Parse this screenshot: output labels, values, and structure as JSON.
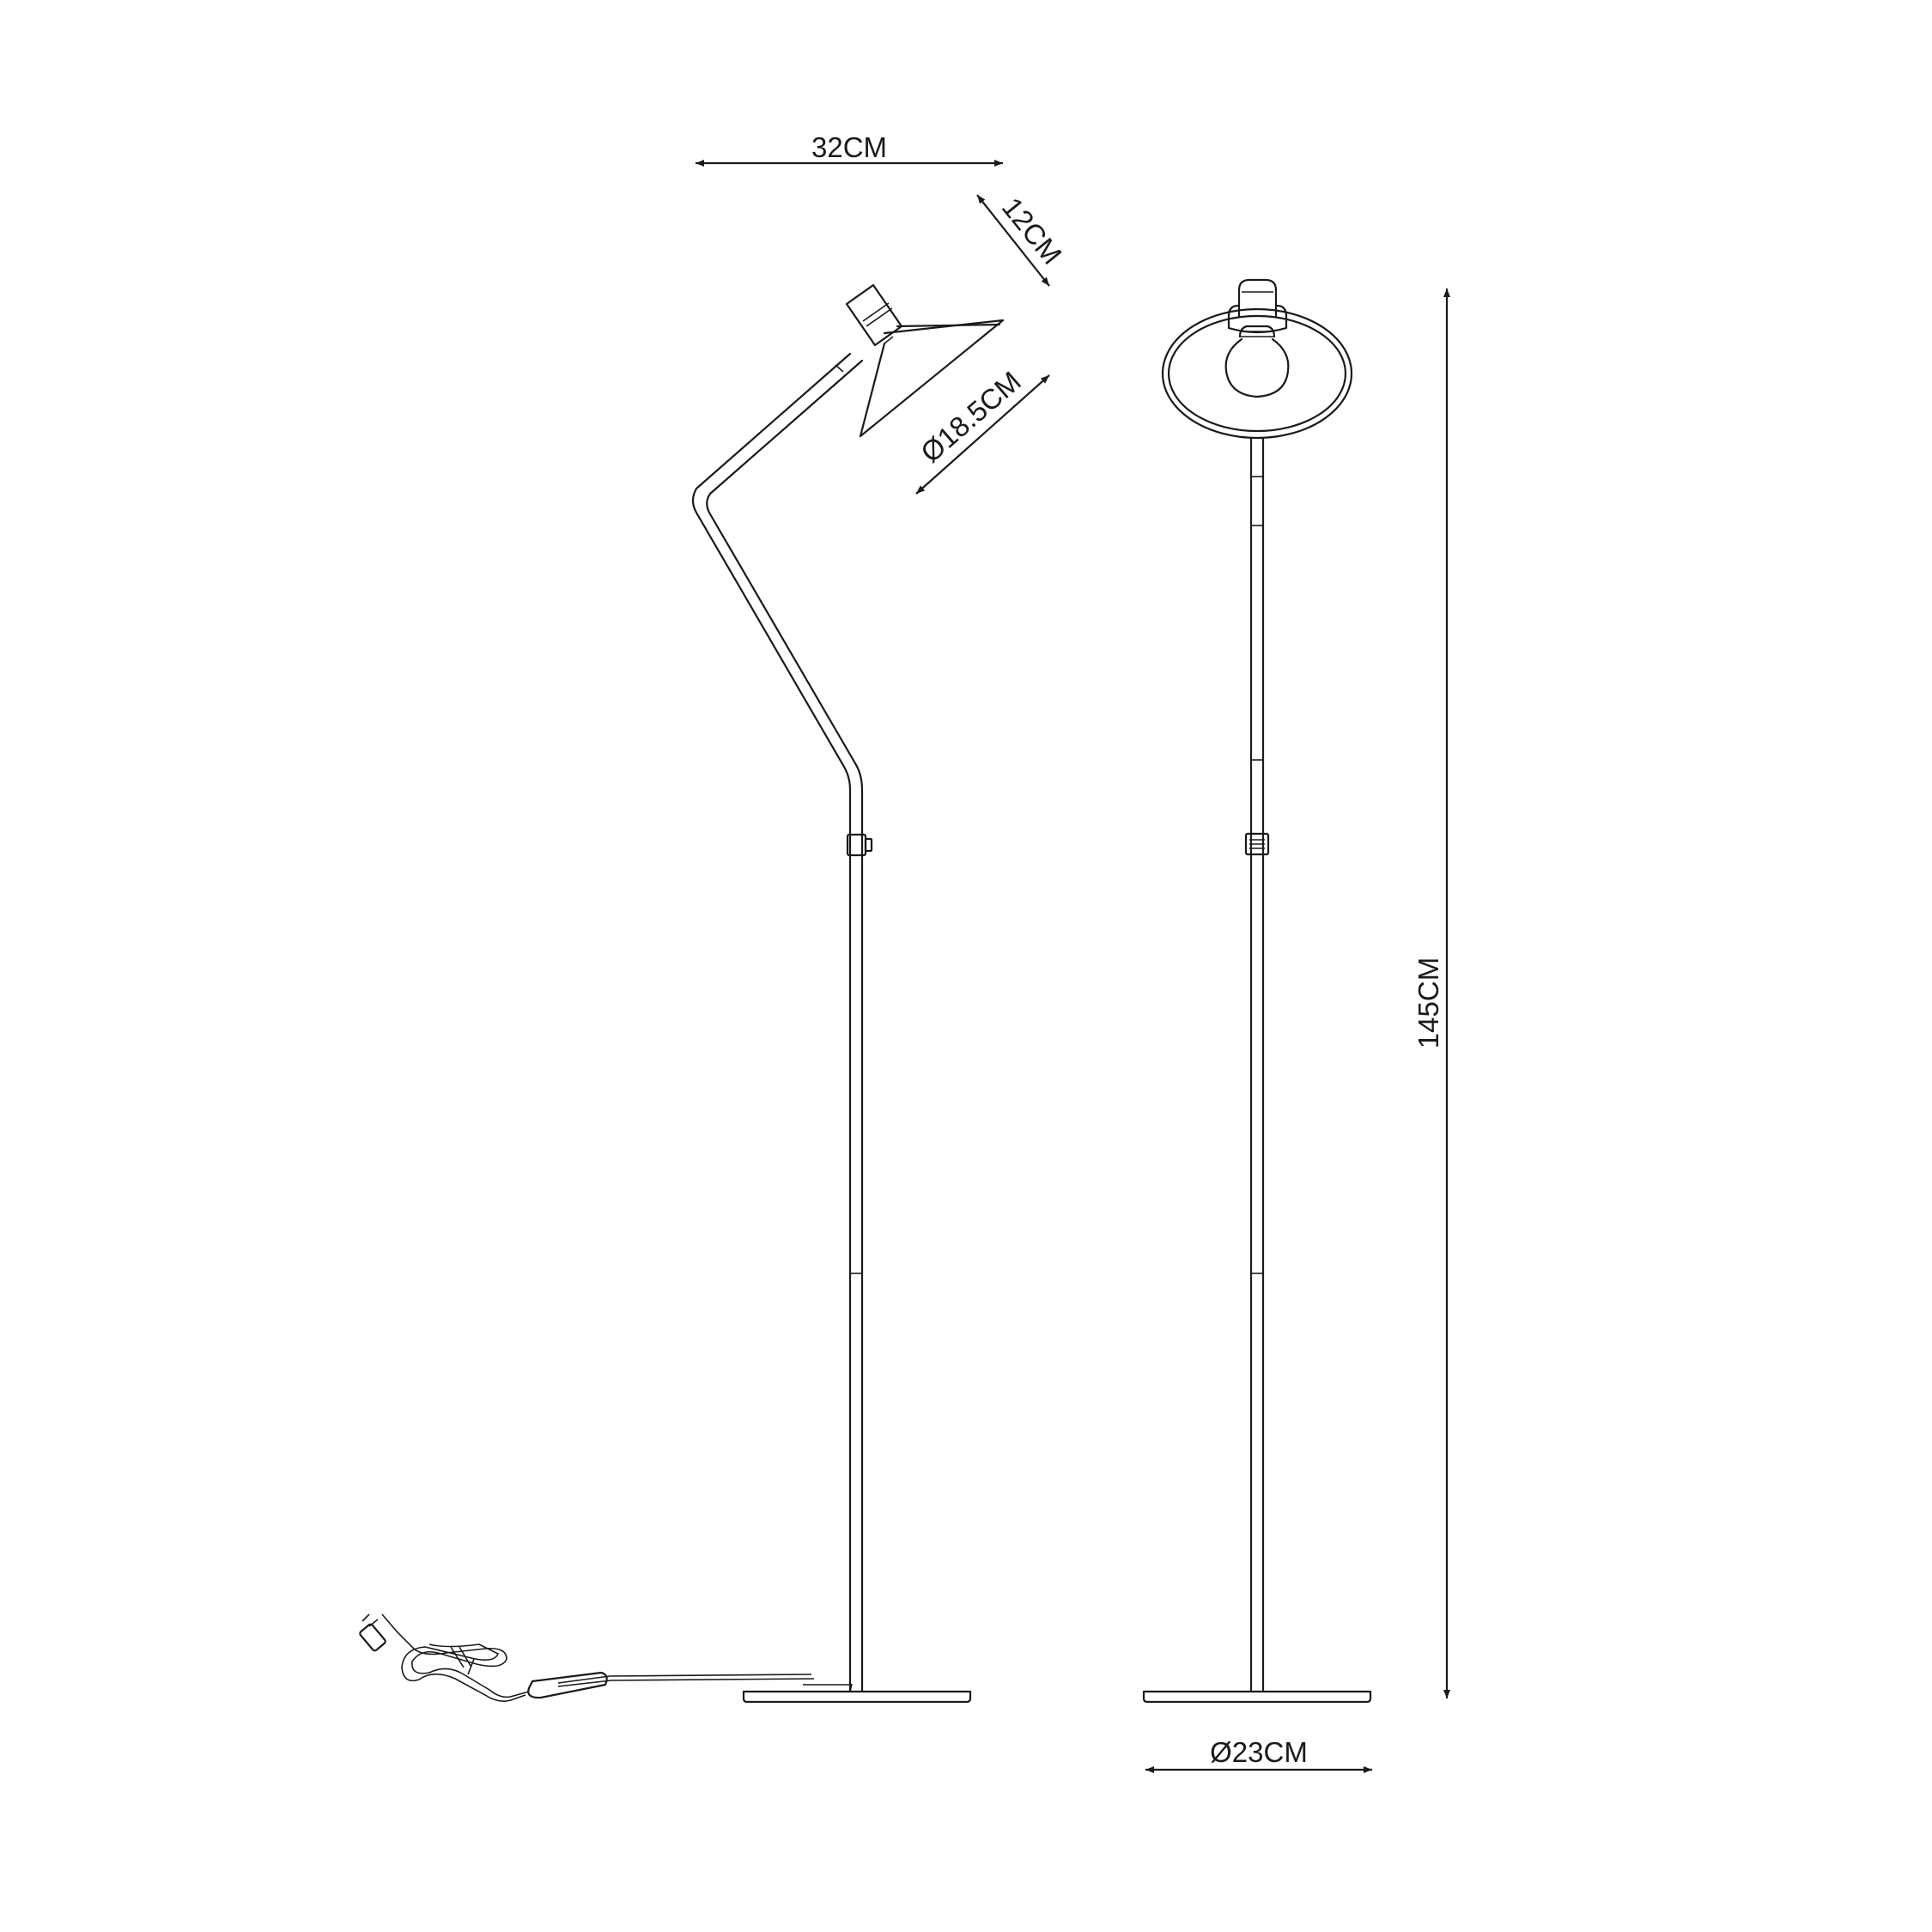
{
  "dimensions": {
    "arm_width": "32CM",
    "head_length": "12CM",
    "shade_diameter": "Ø18.5CM",
    "total_height": "145CM",
    "base_diameter": "Ø23CM"
  }
}
